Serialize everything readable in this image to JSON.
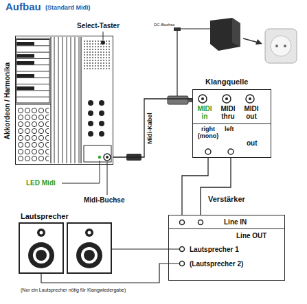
{
  "diagram": {
    "title": "Aufbau",
    "nodes": [
      {
        "text": [
          "Akkordeon / Harmonika"
        ]
      },
      {
        "text": [
          "Klangquelle",
          "MIDI in",
          "MIDI thru",
          "MIDI out",
          "right (mono)",
          "left",
          "out"
        ]
      },
      {
        "text": [
          "Verstärker",
          "Line IN",
          "Line OUT",
          "Lautsprecher 1",
          "(Lautsprecher 2)"
        ]
      }
    ],
    "edges": [
      {
        "from": 0,
        "to": 1,
        "arrow": "none",
        "label": "Midi-Kabel"
      },
      {
        "from": 1,
        "to": 2,
        "arrow": "none"
      },
      {
        "from": 1,
        "to": 2,
        "arrow": "none"
      }
    ],
    "labels": [
      "(Standard Midi)",
      "Select-Taster",
      "LED Midi",
      "Midi-Buchse",
      "DC-Buchse",
      "Lautsprecher",
      "(Nur ein Lautsprecher nötig für Klangwiedergabe)"
    ]
  }
}
